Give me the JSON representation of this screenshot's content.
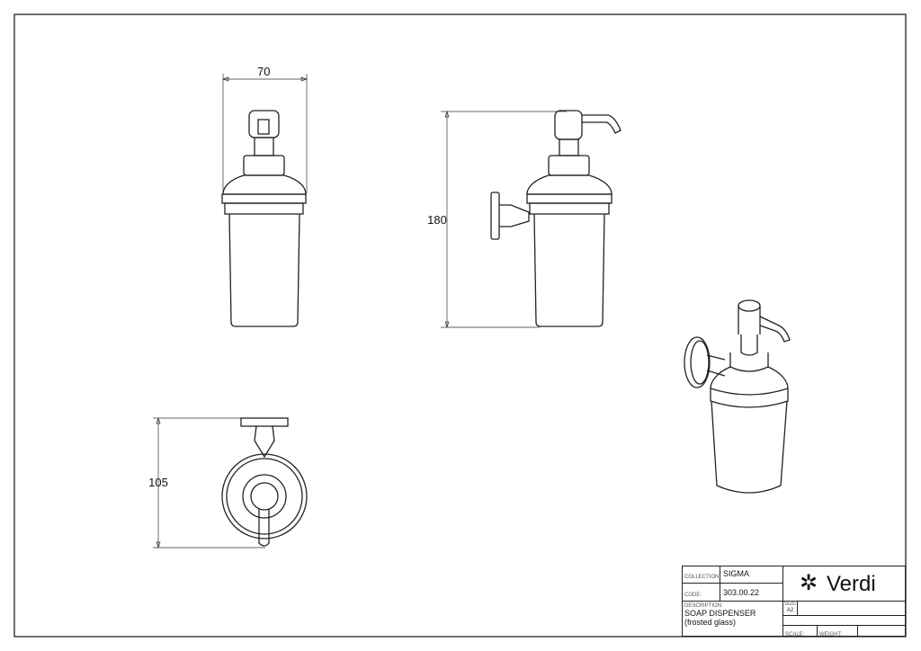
{
  "dimensions": {
    "width": "70",
    "height": "180",
    "depth": "105"
  },
  "title_block": {
    "collection_label": "COLLECTION:",
    "collection": "SIGMA",
    "code_label": "CODE:",
    "code": "303.00.22",
    "description_label": "DESCRIPTION:",
    "description_line1": "SOAP DISPENSER",
    "description_line2": "(frosted glass)",
    "brand": "Verdi",
    "size_label": "SIZE",
    "size": "A2",
    "scale_label": "SCALE:",
    "weight_label": "WEIGHT:"
  }
}
